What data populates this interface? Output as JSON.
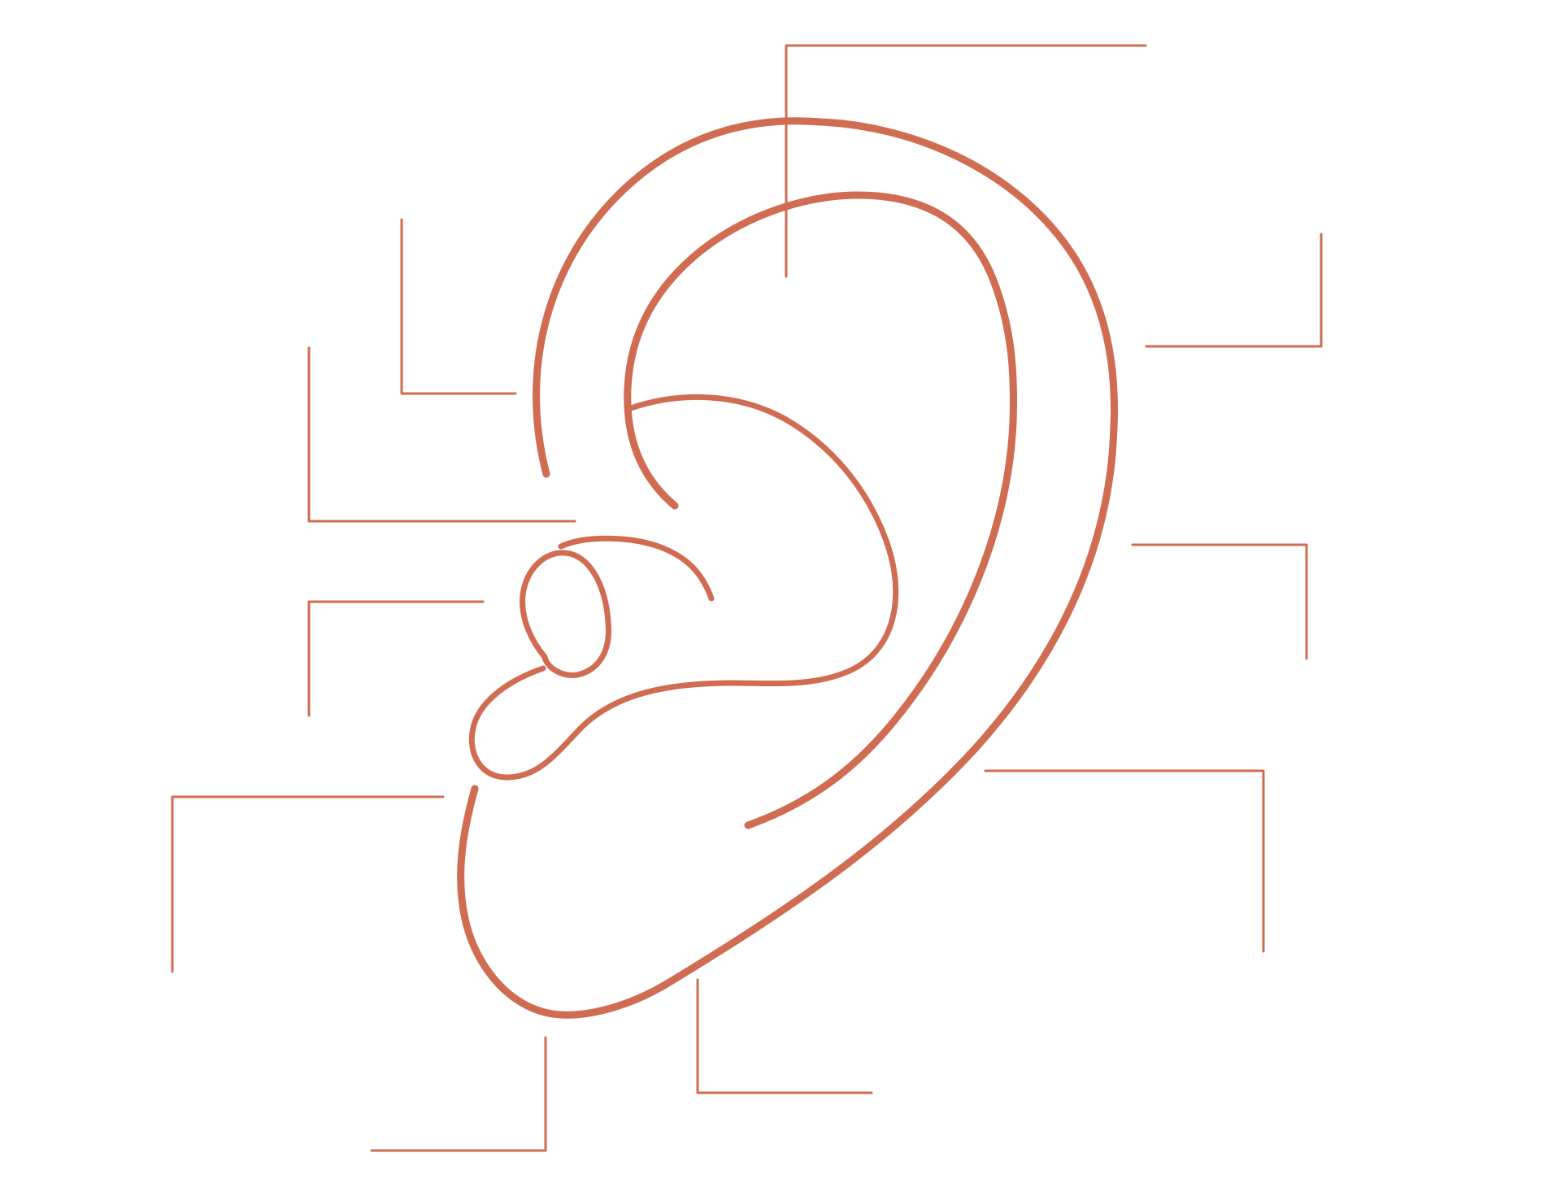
{
  "diagram": {
    "kind": "ear-anatomy-blank-labels",
    "colors": {
      "stroke": "#d06c52",
      "background": "#ffffff"
    },
    "label_slots": [
      {
        "id": "top-center",
        "text": ""
      },
      {
        "id": "upper-left-inner",
        "text": ""
      },
      {
        "id": "upper-right",
        "text": ""
      },
      {
        "id": "mid-left",
        "text": ""
      },
      {
        "id": "mid-right",
        "text": ""
      },
      {
        "id": "lower-left-upper",
        "text": ""
      },
      {
        "id": "lower-left",
        "text": ""
      },
      {
        "id": "lower-right",
        "text": ""
      },
      {
        "id": "bottom-left",
        "text": ""
      },
      {
        "id": "bottom-center",
        "text": ""
      }
    ]
  }
}
